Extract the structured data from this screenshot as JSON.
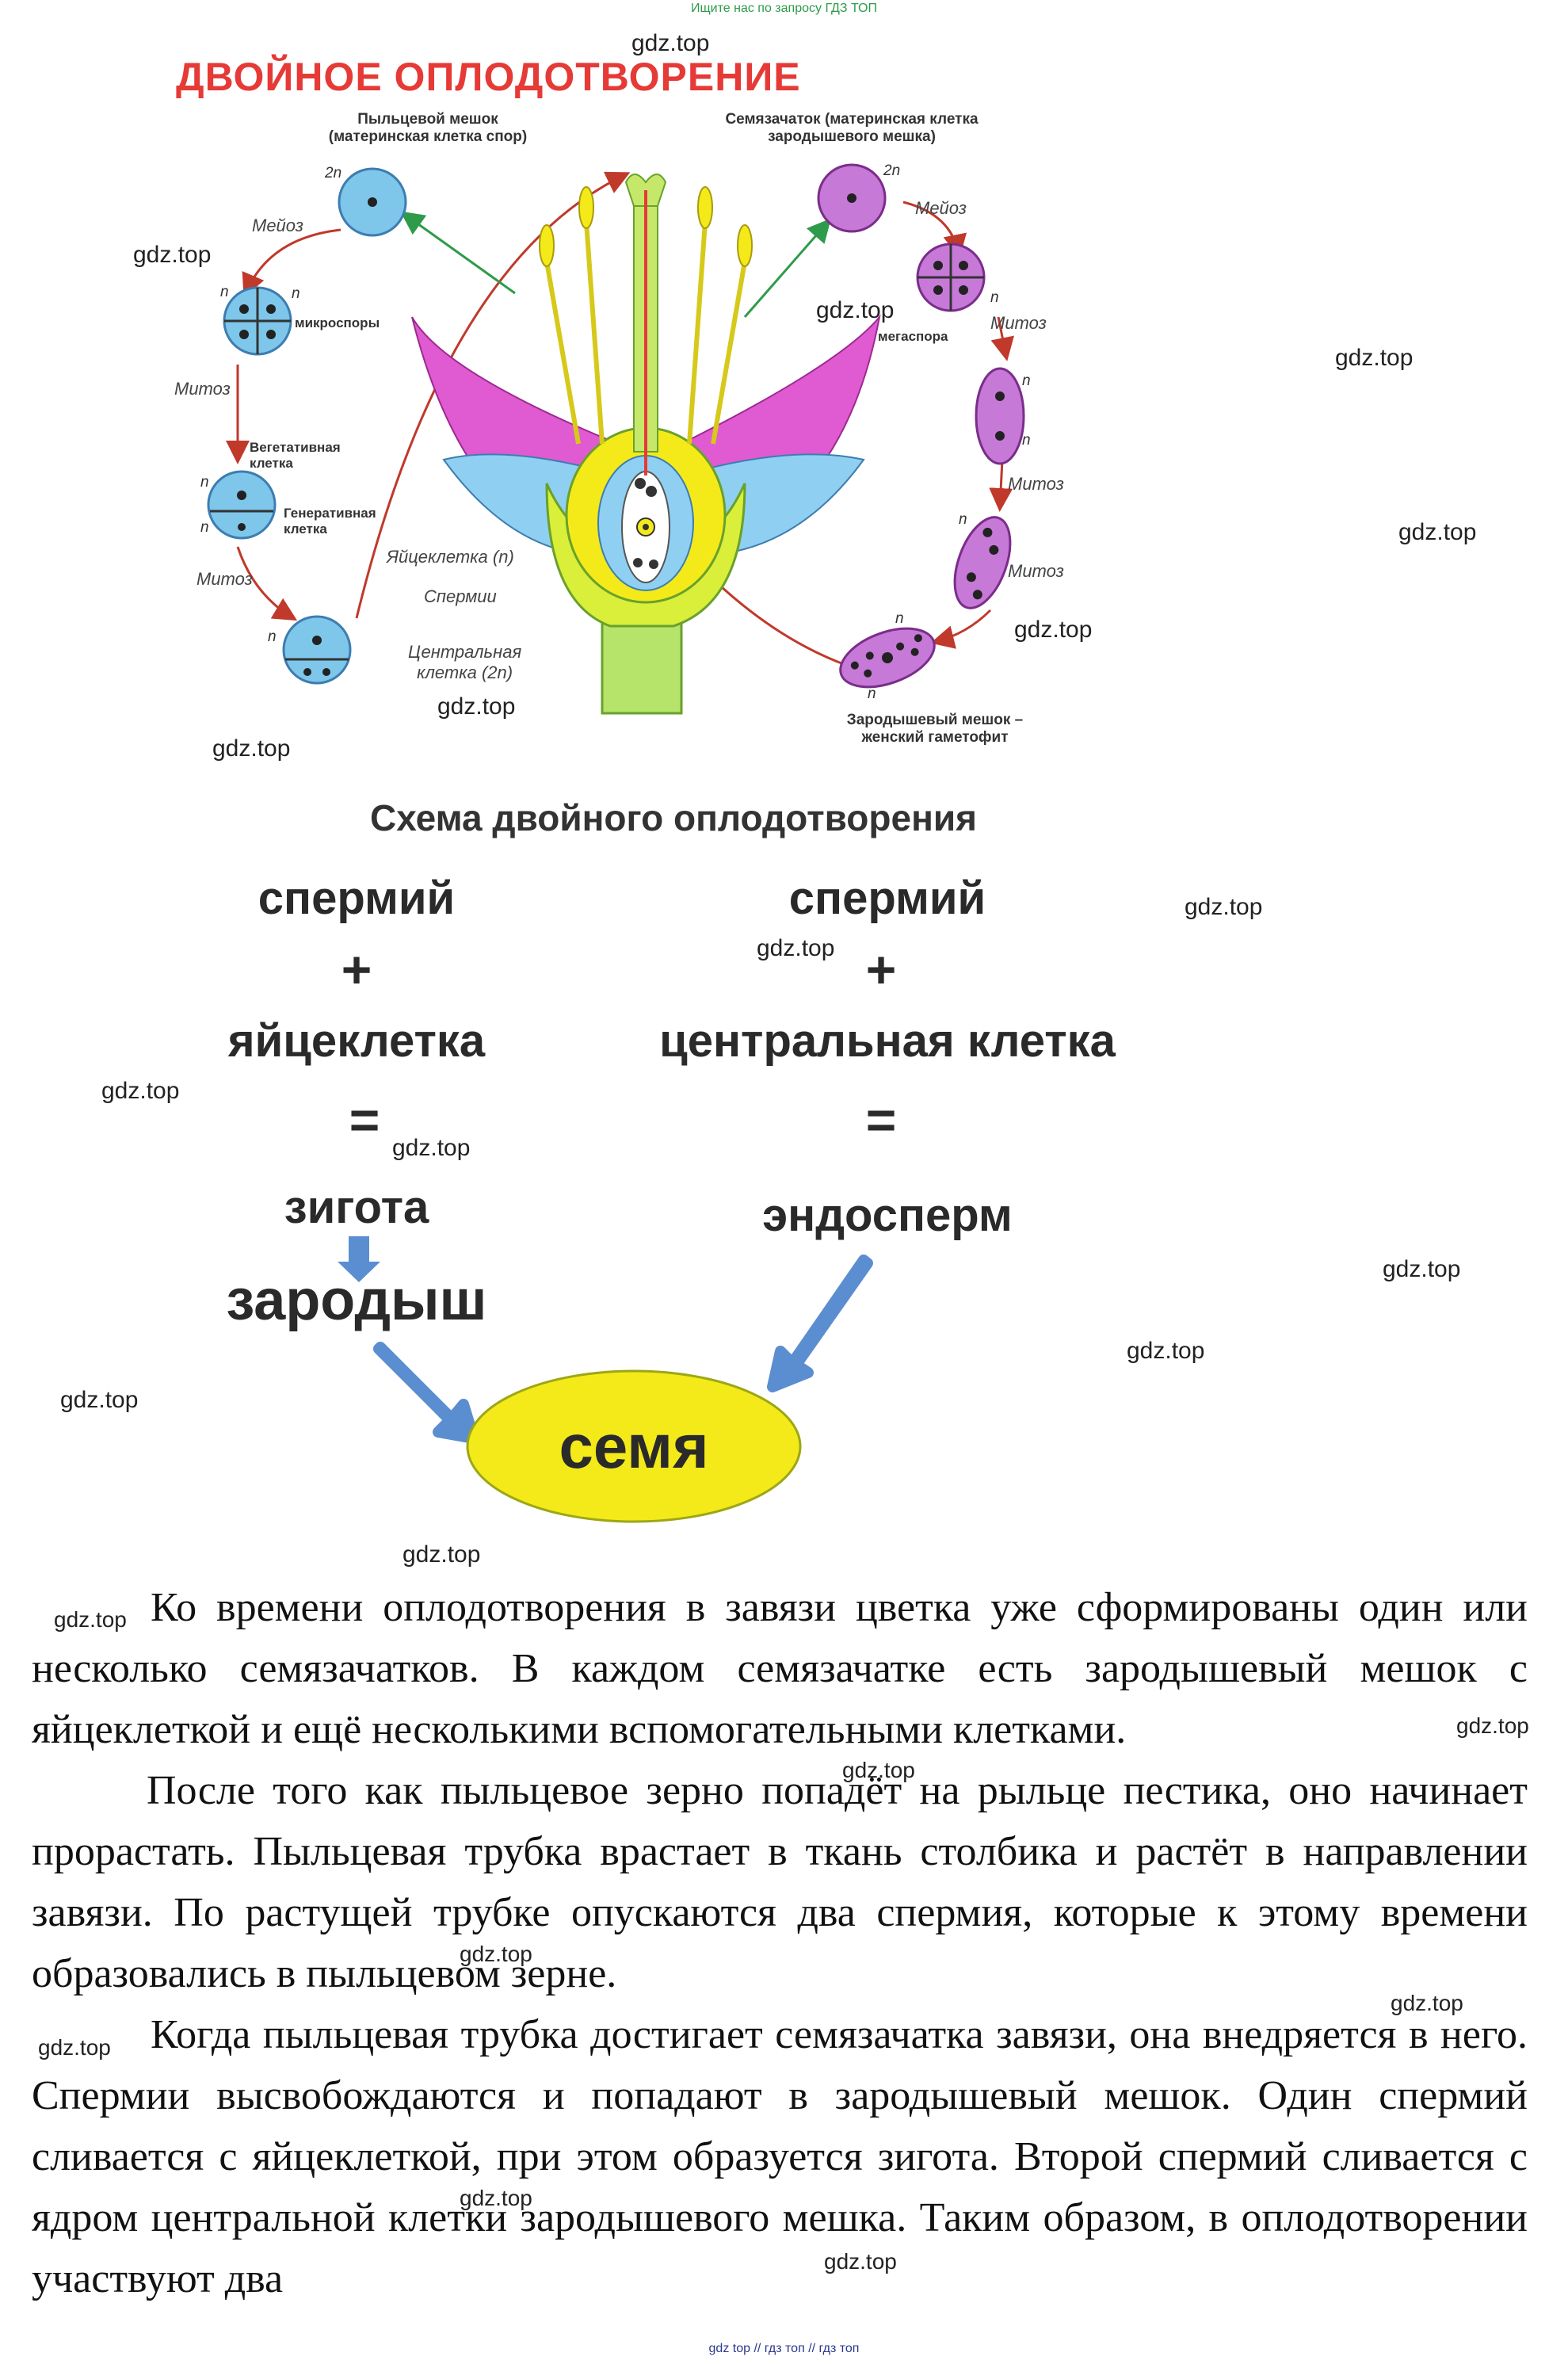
{
  "header": {
    "notice": "Ищите нас по запросу ГДЗ ТОП"
  },
  "diagram": {
    "title": "ДВОЙНОЕ ОПЛОДОТВОРЕНИЕ",
    "left_top_label": "Пыльцевой мешок\n(материнская клетка спор)",
    "right_top_label": "Семязачаток (материнская клетка\nзародышевого мешка)",
    "microspores": "микроспоры",
    "megaspore": "мегаспора",
    "vegetative_cell": "Вегетативная\nклетка",
    "generative_cell": "Генеративная\nклетка",
    "egg_cell": "Яйцеклетка (n)",
    "sperms": "Спермии",
    "central_cell": "Центральная\nклетка (2n)",
    "embryo_sac": "Зародышевый мешок –\nженский гаметофит",
    "meiosis": "Мейоз",
    "mitosis": "Митоз",
    "ploidy_2n": "2n",
    "ploidy_n": "n"
  },
  "scheme": {
    "title": "Схема двойного оплодотворения",
    "sperm_left": "спермий",
    "plus": "+",
    "egg": "яйцеклетка",
    "equals": "=",
    "zygote": "зигота",
    "embryo": "зародыш",
    "sperm_right": "спермий",
    "central": "центральная клетка",
    "endosperm": "эндосперм",
    "seed": "семя"
  },
  "paragraphs": [
    "Ко времени оплодотворения в завязи цветка уже сформированы один или несколько семязачатков. В каждом семязачатке есть зародышевый мешок с яйцеклеткой и ещё несколькими вспомогательными клетками.",
    "После того как пыльцевое зерно попадёт на рыльце пестика, оно начинает прорастать. Пыльцевая трубка врастает в ткань столбика и растёт в направлении завязи. По растущей трубке опускаются два спермия, которые к этому времени образовались в пыльцевом зерне.",
    "Когда пыльцевая трубка достигает семязачатка завязи, она внедряется в него. Спермии высвобождаются и попадают в зародышевый мешок. Один спермий сливается с яйцеклеткой, при этом образуется зигота. Второй спермий сливается с ядром центральной клетки зародышевого мешка. Таким образом, в оплодотворении участвуют два"
  ],
  "watermark": "gdz.top",
  "footer": "gdz top // гдз топ // гдз топ",
  "colors": {
    "title_red": "#e53a36",
    "cell_blue": "#7ec6ea",
    "cell_purple": "#c779d8",
    "seed_yellow": "#f4ea1a",
    "arrow_blue": "#5b8ed0",
    "petal_pink": "#e05ad2"
  }
}
